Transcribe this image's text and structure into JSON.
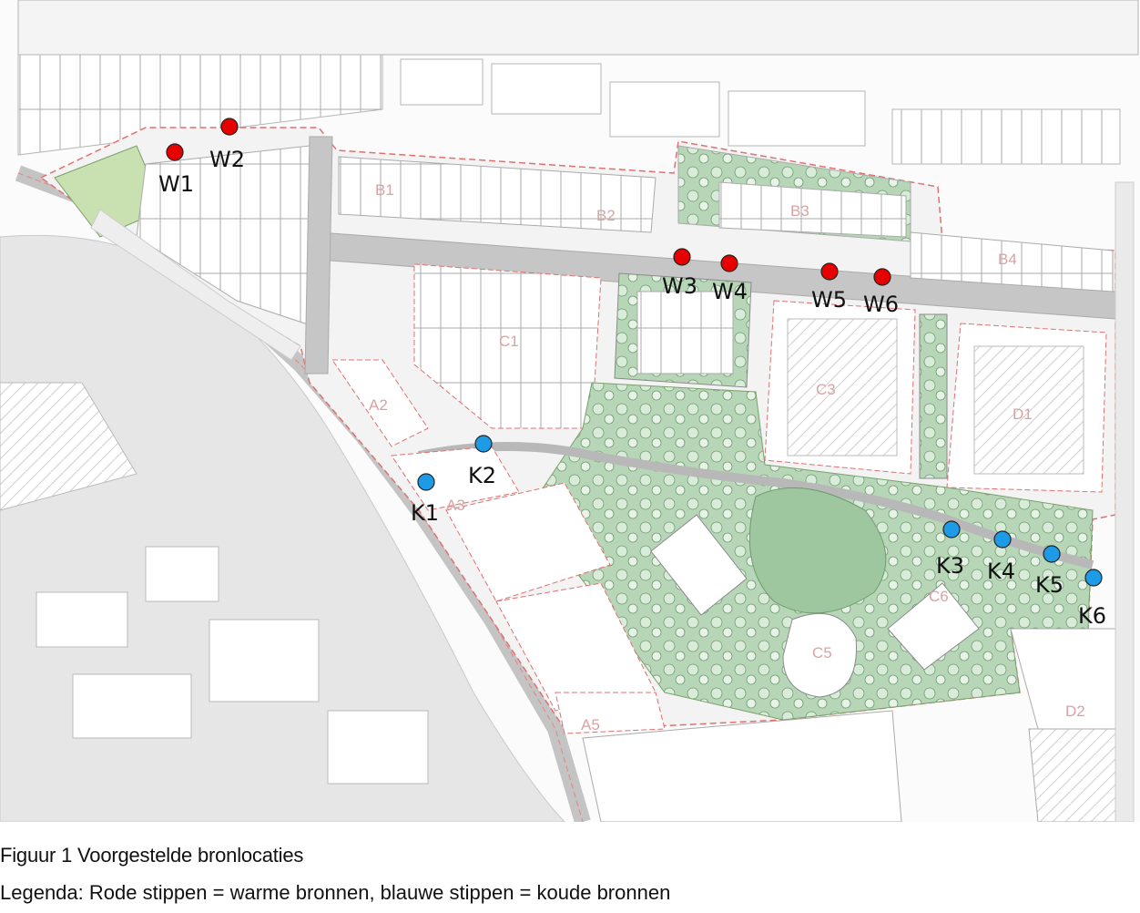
{
  "caption": {
    "title": "Figuur 1 Voorgestelde bronlocaties",
    "legend": "Legenda: Rode stippen = warme bronnen, blauwe stippen = koude bronnen"
  },
  "colors": {
    "warm": "#e60000",
    "cold": "#1e9be6",
    "river": "#e4e4e4",
    "green": "#a9cfa9",
    "road": "#bdbdbd",
    "plot_border": "#e07070"
  },
  "markers": {
    "warm": [
      "W1",
      "W2",
      "W3",
      "W4",
      "W5",
      "W6"
    ],
    "cold": [
      "K1",
      "K2",
      "K3",
      "K4",
      "K5",
      "K6"
    ]
  },
  "blocks": [
    "B1",
    "B2",
    "B3",
    "B4",
    "C1",
    "C3",
    "D1",
    "A2",
    "A3",
    "C5",
    "C6",
    "D2",
    "A5"
  ]
}
